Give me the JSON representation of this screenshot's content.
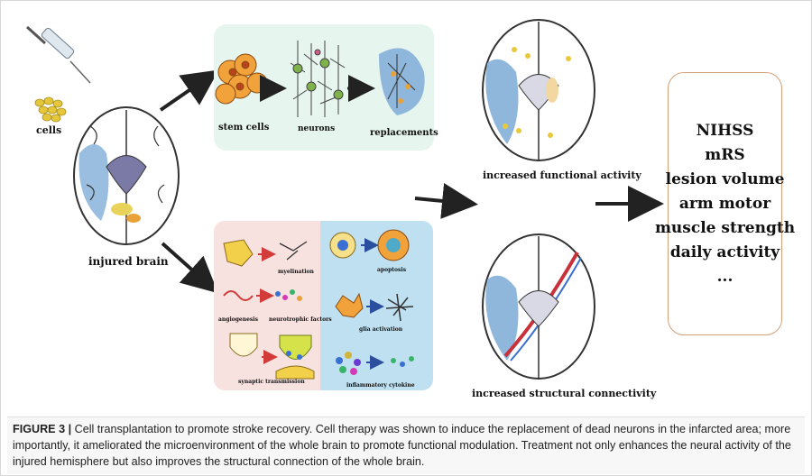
{
  "labels": {
    "cells": "cells",
    "injured_brain": "injured brain",
    "stem_cells": "stem cells",
    "neurons": "neurons",
    "replacements": "replacements",
    "myelination": "myelination",
    "angiogenesis": "angiogenesis",
    "neurotrophic_factors": "neurotrophic factors",
    "synaptic_transmission": "synaptic transmission",
    "apoptosis": "apoptosis",
    "glia_activation": "glia activation",
    "inflammatory_cytokine": "inflammatory cytokine",
    "increased_functional_activity": "increased functional activity",
    "increased_structural_connectivity": "increased structural connectivity"
  },
  "outcomes": [
    "NIHSS",
    "mRS",
    "lesion volume",
    "arm motor",
    "muscle strength",
    "daily activity",
    "..."
  ],
  "caption": {
    "figure_label": "FIGURE 3 |",
    "text": " Cell transplantation to promote stroke recovery. Cell therapy was shown to induce the replacement of dead neurons in the infarcted area; more importantly, it ameliorated the microenvironment of the whole brain to promote functional modulation. Treatment not only enhances the neural activity of the injured hemisphere but also improves the structural connection of the whole brain."
  },
  "colors": {
    "lesion_blue": "#8fb7dc",
    "stem_panel": "#e7f5ef",
    "micro_pink": "#f8e2e0",
    "micro_blue": "#bfe0f0",
    "cell_orange": "#f2a23a",
    "arrow_red": "#d33b3b",
    "outcome_border": "#d4a078"
  }
}
